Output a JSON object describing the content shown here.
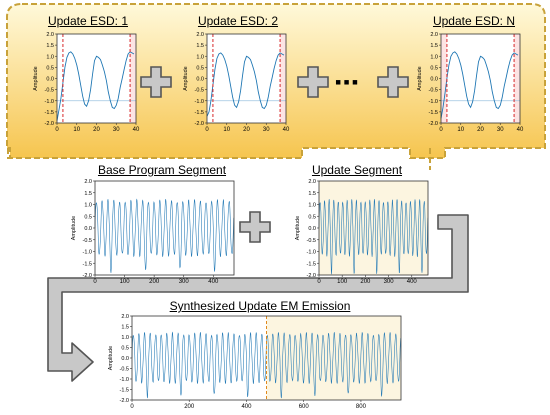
{
  "colors": {
    "band_gradient_top": "#fff9da",
    "band_gradient_bottom": "#f6c54f",
    "band_border": "#c8a23a",
    "signal": "#1f77b4",
    "marker": "#d62728",
    "update_region": "#fcf5e0",
    "esd_region": "#fde4e4",
    "arrow_fill": "#c8c8c8",
    "arrow_stroke": "#555555"
  },
  "labels": {
    "esd1": "Update ESD: 1",
    "esd2": "Update ESD: 2",
    "esdN": "Update ESD: N",
    "base": "Base Program Segment",
    "update": "Update Segment",
    "synth": "Synthesized Update EM Emission",
    "ellipsis": "▪▪▪"
  },
  "chart_data": [
    {
      "id": "esd1",
      "type": "line",
      "title": "Update ESD: 1",
      "ylabel": "Amplitude",
      "xlabel": "",
      "xlim": [
        0,
        40
      ],
      "ylim": [
        -2.0,
        2.0
      ],
      "xticks": [
        0,
        10,
        20,
        30,
        40
      ],
      "yticks": [
        -2.0,
        -1.5,
        -1.0,
        -0.5,
        0.0,
        0.5,
        1.0,
        1.5,
        2.0
      ],
      "ytick_labels": [
        "-2.0",
        "-1.5",
        "-1.0",
        "-0.5",
        "0.0",
        "0.5",
        "1.0",
        "1.5",
        "2.0"
      ],
      "hline": -1.0,
      "vlines": [
        3,
        37
      ],
      "shaded": [
        [
          37,
          40
        ]
      ],
      "x": [
        0,
        1,
        2,
        3,
        4,
        5,
        6,
        7,
        8,
        9,
        10,
        11,
        12,
        13,
        14,
        15,
        16,
        17,
        18,
        19,
        20,
        21,
        22,
        23,
        24,
        25,
        26,
        27,
        28,
        29,
        30,
        31,
        32,
        33,
        34,
        35,
        36,
        37,
        38,
        39
      ],
      "y": [
        -1.9,
        -1.4,
        -0.9,
        -0.2,
        0.5,
        0.95,
        1.15,
        1.2,
        1.1,
        0.9,
        0.6,
        0.2,
        -0.3,
        -0.8,
        -1.15,
        -1.25,
        -1.0,
        -0.5,
        0.2,
        0.8,
        1.0,
        0.95,
        0.85,
        0.6,
        0.3,
        -0.1,
        -0.6,
        -1.0,
        -1.3,
        -1.35,
        -1.2,
        -0.9,
        -0.4,
        0.0,
        0.4,
        0.8,
        1.1,
        1.2,
        1.15,
        1.1
      ]
    },
    {
      "id": "esd2",
      "type": "line",
      "title": "Update ESD: 2",
      "ylabel": "Amplitude",
      "xlabel": "",
      "xlim": [
        0,
        40
      ],
      "ylim": [
        -2.0,
        2.0
      ],
      "xticks": [
        0,
        10,
        20,
        30,
        40
      ],
      "yticks": [
        -2.0,
        -1.5,
        -1.0,
        -0.5,
        0.0,
        0.5,
        1.0,
        1.5,
        2.0
      ],
      "ytick_labels": [
        "-2.0",
        "-1.5",
        "-1.0",
        "-0.5",
        "0.0",
        "0.5",
        "1.0",
        "1.5",
        "2.0"
      ],
      "hline": -1.0,
      "vlines": [
        3,
        37
      ],
      "shaded": [
        [
          37,
          40
        ]
      ],
      "x": [
        0,
        1,
        2,
        3,
        4,
        5,
        6,
        7,
        8,
        9,
        10,
        11,
        12,
        13,
        14,
        15,
        16,
        17,
        18,
        19,
        20,
        21,
        22,
        23,
        24,
        25,
        26,
        27,
        28,
        29,
        30,
        31,
        32,
        33,
        34,
        35,
        36,
        37,
        38,
        39
      ],
      "y": [
        -1.7,
        -1.5,
        -1.0,
        -0.3,
        0.4,
        0.9,
        1.1,
        1.15,
        1.05,
        0.85,
        0.55,
        0.15,
        -0.35,
        -0.85,
        -1.2,
        -1.3,
        -1.05,
        -0.55,
        0.15,
        0.75,
        1.0,
        0.95,
        0.85,
        0.6,
        0.3,
        -0.1,
        -0.6,
        -1.0,
        -1.3,
        -1.35,
        -1.2,
        -0.85,
        -0.35,
        0.05,
        0.45,
        0.8,
        1.05,
        1.15,
        1.1,
        1.05
      ]
    },
    {
      "id": "esdN",
      "type": "line",
      "title": "Update ESD: N",
      "ylabel": "Amplitude",
      "xlabel": "",
      "xlim": [
        0,
        40
      ],
      "ylim": [
        -2.0,
        2.0
      ],
      "xticks": [
        0,
        10,
        20,
        30,
        40
      ],
      "yticks": [
        -2.0,
        -1.5,
        -1.0,
        -0.5,
        0.0,
        0.5,
        1.0,
        1.5,
        2.0
      ],
      "ytick_labels": [
        "-2.0",
        "-1.5",
        "-1.0",
        "-0.5",
        "0.0",
        "0.5",
        "1.0",
        "1.5",
        "2.0"
      ],
      "hline": -1.0,
      "vlines": [
        3,
        37
      ],
      "shaded": [
        [
          0,
          3
        ],
        [
          37,
          40
        ]
      ],
      "x": [
        0,
        1,
        2,
        3,
        4,
        5,
        6,
        7,
        8,
        9,
        10,
        11,
        12,
        13,
        14,
        15,
        16,
        17,
        18,
        19,
        20,
        21,
        22,
        23,
        24,
        25,
        26,
        27,
        28,
        29,
        30,
        31,
        32,
        33,
        34,
        35,
        36,
        37,
        38,
        39
      ],
      "y": [
        -1.8,
        -1.3,
        -0.7,
        0.0,
        0.6,
        1.0,
        1.15,
        1.2,
        1.1,
        0.9,
        0.6,
        0.2,
        -0.3,
        -0.8,
        -1.15,
        -1.3,
        -1.05,
        -0.55,
        0.15,
        0.75,
        1.0,
        0.95,
        0.85,
        0.6,
        0.3,
        -0.1,
        -0.6,
        -1.0,
        -1.3,
        -1.35,
        -1.2,
        -0.85,
        -0.35,
        0.05,
        0.45,
        0.8,
        1.05,
        1.15,
        1.1,
        1.05
      ]
    },
    {
      "id": "base",
      "type": "line",
      "title": "Base Program Segment",
      "ylabel": "Amplitude",
      "xlabel": "",
      "xlim": [
        0,
        470
      ],
      "ylim": [
        -2.0,
        2.0
      ],
      "xticks": [
        0,
        100,
        200,
        300,
        400
      ],
      "yticks": [
        -2.0,
        -1.5,
        -1.0,
        -0.5,
        0.0,
        0.5,
        1.0,
        1.5,
        2.0
      ],
      "ytick_labels": [
        "-2.0",
        "-1.5",
        "-1.0",
        "-0.5",
        "0.0",
        "0.5",
        "1.0",
        "1.5",
        "2.0"
      ],
      "signal": {
        "kind": "oscillation",
        "length": 470,
        "period": 19.5,
        "amplitude": 1.15,
        "dip_every": 6,
        "dip_min": -1.8
      }
    },
    {
      "id": "update",
      "type": "line",
      "title": "Update Segment",
      "ylabel": "Amplitude",
      "xlabel": "",
      "xlim": [
        0,
        470
      ],
      "ylim": [
        -2.0,
        2.0
      ],
      "xticks": [
        0,
        100,
        200,
        300,
        400
      ],
      "yticks": [
        -2.0,
        -1.5,
        -1.0,
        -0.5,
        0.0,
        0.5,
        1.0,
        1.5,
        2.0
      ],
      "ytick_labels": [
        "-2.0",
        "-1.5",
        "-1.0",
        "-0.5",
        "0.0",
        "0.5",
        "1.0",
        "1.5",
        "2.0"
      ],
      "background_region": true,
      "signal": {
        "kind": "oscillation",
        "length": 470,
        "period": 19.5,
        "amplitude": 1.15,
        "dip_every": 5,
        "dip_min": -1.85
      }
    },
    {
      "id": "synth",
      "type": "line",
      "title": "Synthesized Update EM Emission",
      "ylabel": "Amplitude",
      "xlabel": "",
      "xlim": [
        0,
        940
      ],
      "ylim": [
        -2.0,
        2.0
      ],
      "xticks": [
        0,
        200,
        400,
        600,
        800
      ],
      "yticks": [
        -2.0,
        -1.5,
        -1.0,
        -0.5,
        0.0,
        0.5,
        1.0,
        1.5,
        2.0
      ],
      "ytick_labels": [
        "-2.0",
        "-1.5",
        "-1.0",
        "-0.5",
        "0.0",
        "0.5",
        "1.0",
        "1.5",
        "2.0"
      ],
      "split": 470,
      "signal": {
        "kind": "oscillation",
        "length": 940,
        "period": 19.5,
        "amplitude": 1.15,
        "dip_every": 6,
        "dip_min": -1.8
      }
    }
  ]
}
